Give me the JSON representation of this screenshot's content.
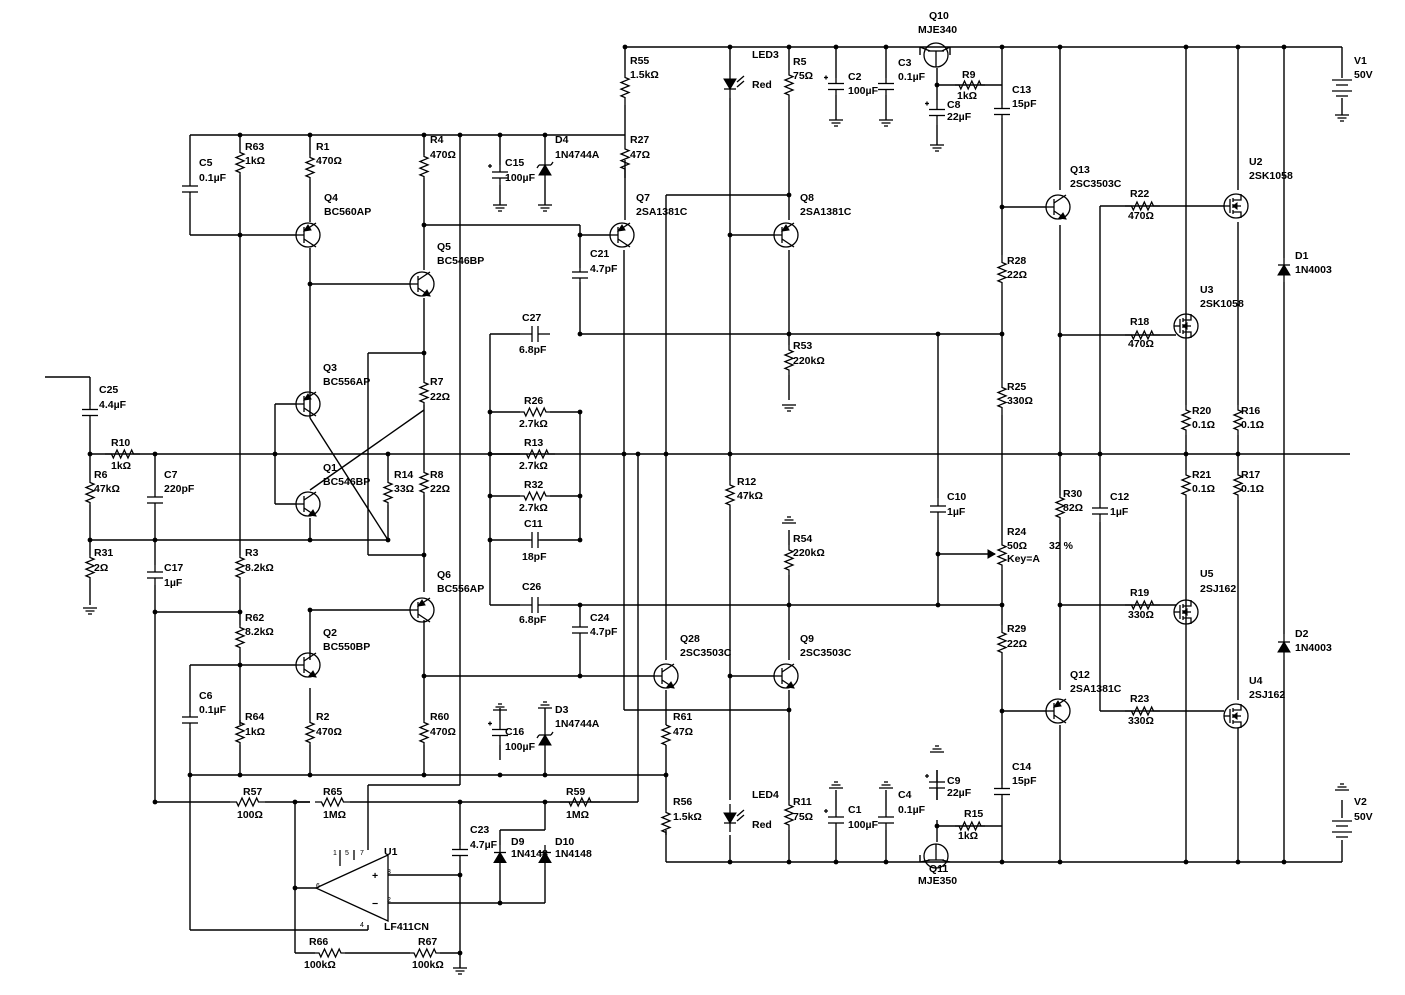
{
  "labels": {
    "R55": "R55",
    "R55v": "1.5kΩ",
    "LED3": "LED3",
    "LED3c": "Red",
    "R5": "R5",
    "R5v": "75Ω",
    "C2": "C2",
    "C2v": "100µF",
    "C3": "C3",
    "C3v": "0.1µF",
    "Q10": "Q10",
    "Q10t": "MJE340",
    "R9": "R9",
    "R9v": "1kΩ",
    "C8": "C8",
    "C8v": "22µF",
    "C13": "C13",
    "C13v": "15pF",
    "V1": "V1",
    "V1v": "50V",
    "R63": "R63",
    "R63v": "1kΩ",
    "R1": "R1",
    "R1v": "470Ω",
    "R4": "R4",
    "R4v": "470Ω",
    "C15": "C15",
    "C15v": "100µF",
    "D4": "D4",
    "D4t": "1N4744A",
    "R27": "R27",
    "R27v": "47Ω",
    "C5": "C5",
    "C5v": "0.1µF",
    "Q4": "Q4",
    "Q4t": "BC560AP",
    "Q7": "Q7",
    "Q7t": "2SA1381C",
    "Q8": "Q8",
    "Q8t": "2SA1381C",
    "Q13": "Q13",
    "Q13t": "2SC3503C",
    "U2": "U2",
    "U2t": "2SK1058",
    "R22": "R22",
    "R22v": "470Ω",
    "Q5": "Q5",
    "Q5t": "BC546BP",
    "C21": "C21",
    "C21v": "4.7pF",
    "R28": "R28",
    "R28v": "22Ω",
    "D1": "D1",
    "D1t": "1N4003",
    "U3": "U3",
    "U3t": "2SK1058",
    "C27": "C27",
    "C27v": "6.8pF",
    "R18": "R18",
    "R18v": "470Ω",
    "R53": "R53",
    "R53v": "220kΩ",
    "Q3": "Q3",
    "Q3t": "BC556AP",
    "R7": "R7",
    "R7v": "22Ω",
    "R25": "R25",
    "R25v": "330Ω",
    "C25": "C25",
    "C25v": "4.4µF",
    "R26": "R26",
    "R26v": "2.7kΩ",
    "R20": "R20",
    "R20v": "0.1Ω",
    "R16": "R16",
    "R16v": "0.1Ω",
    "R10": "R10",
    "R10v": "1kΩ",
    "R13": "R13",
    "R13v": "2.7kΩ",
    "R6": "R6",
    "R6v": "47kΩ",
    "C7": "C7",
    "C7v": "220pF",
    "Q1": "Q1",
    "Q1t": "BC546BP",
    "R14": "R14",
    "R14v": "33Ω",
    "R8": "R8",
    "R8v": "22Ω",
    "R21": "R21",
    "R21v": "0.1Ω",
    "R17": "R17",
    "R17v": "0.1Ω",
    "R32": "R32",
    "R32v": "2.7kΩ",
    "R12": "R12",
    "R12v": "47kΩ",
    "R30": "R30",
    "R30v": "82Ω",
    "C12": "C12",
    "C12v": "1µF",
    "C10": "C10",
    "C10v": "1µF",
    "C11": "C11",
    "C11v": "18pF",
    "R24": "R24",
    "R24v": "50Ω",
    "R24k": "Key=A",
    "R24p": "32 %",
    "R54": "R54",
    "R54v": "220kΩ",
    "R31": "R31",
    "R31v": "2Ω",
    "C17": "C17",
    "C17v": "1µF",
    "R3": "R3",
    "R3v": "8.2kΩ",
    "Q6": "Q6",
    "Q6t": "BC556AP",
    "C26": "C26",
    "C26v": "6.8pF",
    "U5": "U5",
    "U5t": "2SJ162",
    "R19": "R19",
    "R19v": "330Ω",
    "R62": "R62",
    "R62v": "8.2kΩ",
    "C24": "C24",
    "C24v": "4.7pF",
    "R29": "R29",
    "R29v": "22Ω",
    "D2": "D2",
    "D2t": "1N4003",
    "Q2": "Q2",
    "Q2t": "BC550BP",
    "Q28": "Q28",
    "Q28t": "2SC3503C",
    "Q9": "Q9",
    "Q9t": "2SC3503C",
    "Q12": "Q12",
    "Q12t": "2SA1381C",
    "U4": "U4",
    "U4t": "2SJ162",
    "R23": "R23",
    "R23v": "330Ω",
    "C6": "C6",
    "C6v": "0.1µF",
    "R61": "R61",
    "R61v": "47Ω",
    "R64": "R64",
    "R64v": "1kΩ",
    "R2": "R2",
    "R2v": "470Ω",
    "R60": "R60",
    "R60v": "470Ω",
    "C16": "C16",
    "C16v": "100µF",
    "D3": "D3",
    "D3t": "1N4744A",
    "C14": "C14",
    "C14v": "15pF",
    "C9": "C9",
    "C9v": "22µF",
    "R57": "R57",
    "R57v": "100Ω",
    "R65": "R65",
    "R65v": "1MΩ",
    "R59": "R59",
    "R59v": "1MΩ",
    "R56": "R56",
    "R56v": "1.5kΩ",
    "LED4": "LED4",
    "LED4c": "Red",
    "R11": "R11",
    "R11v": "75Ω",
    "C1": "C1",
    "C1v": "100µF",
    "C4": "C4",
    "C4v": "0.1µF",
    "R15": "R15",
    "R15v": "1kΩ",
    "V2": "V2",
    "V2v": "50V",
    "C23": "C23",
    "C23v": "4.7µF",
    "D9": "D9",
    "D9t": "1N4148",
    "D10": "D10",
    "D10t": "1N4148",
    "U1": "U1",
    "U1t": "LF411CN",
    "Q11": "Q11",
    "Q11t": "MJE350",
    "R66": "R66",
    "R66v": "100kΩ",
    "R67": "R67",
    "R67v": "100kΩ"
  },
  "opamp_pins": [
    "1",
    "5",
    "7",
    "3",
    "6",
    "2",
    "4"
  ]
}
